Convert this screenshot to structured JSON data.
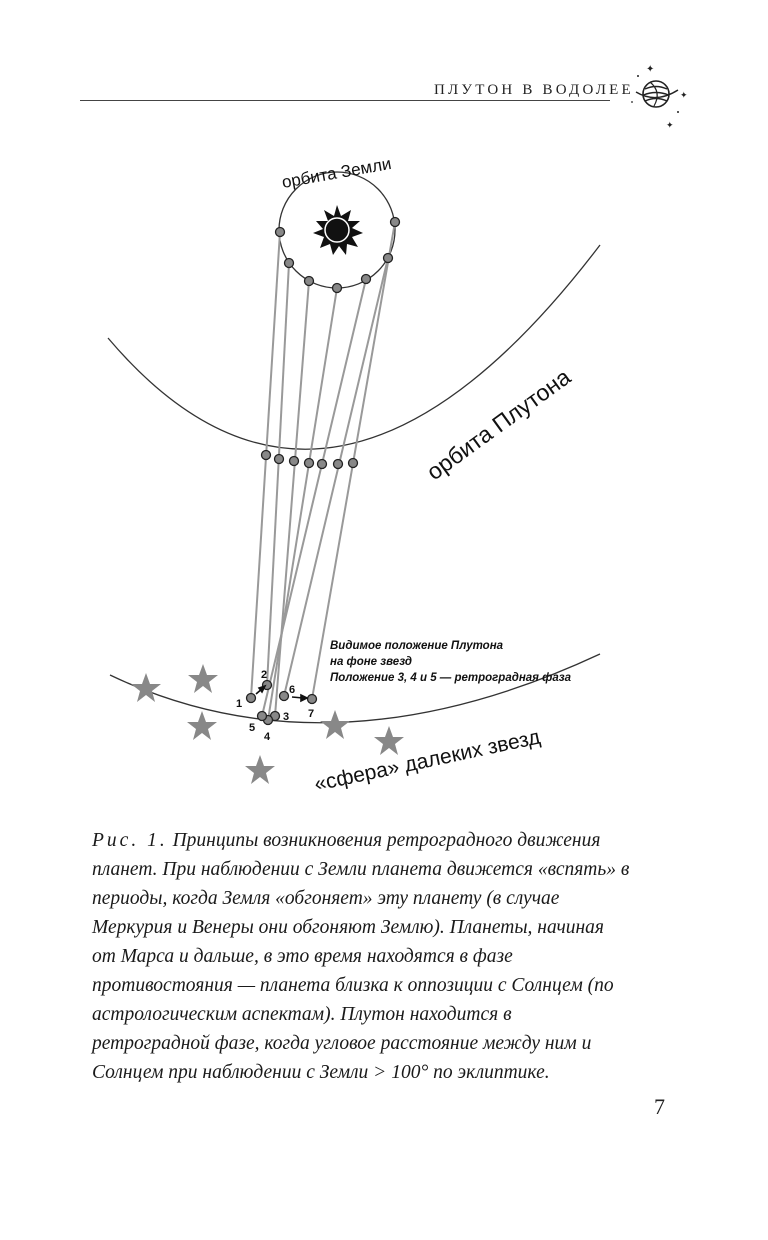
{
  "header": {
    "running_title": "ПЛУТОН В ВОДОЛЕЕ"
  },
  "figure": {
    "earth_orbit_label": "орбита Земли",
    "pluto_orbit_label": "орбита Плутона",
    "stars_sphere_label": "«сфера» далеких звезд",
    "note_line1": "Видимое положение Плутона",
    "note_line2": "на фоне звезд",
    "note_line3": "Положение 3, 4 и 5 — ретроградная фаза",
    "position_numbers": [
      "1",
      "2",
      "3",
      "4",
      "5",
      "6",
      "7"
    ]
  },
  "caption": {
    "label": "Рис. 1.",
    "text": "Принципы возникновения ретроградного движения планет. При наблюдении с Земли планета движется «вспять» в периоды, когда Земля «обгоняет» эту планету (в случае Меркурия и Венеры они обгоняют Землю). Планеты, начиная от Марса и дальше, в это время находятся в фазе противостояния — планета близка к оппозиции с Солнцем (по астрологическим аспектам). Плутон находится в ретроградной фазе, когда угловое расстояние между ним и Солнцем при наблюдении с Земли > 100° по эклиптике."
  },
  "page_number": "7"
}
